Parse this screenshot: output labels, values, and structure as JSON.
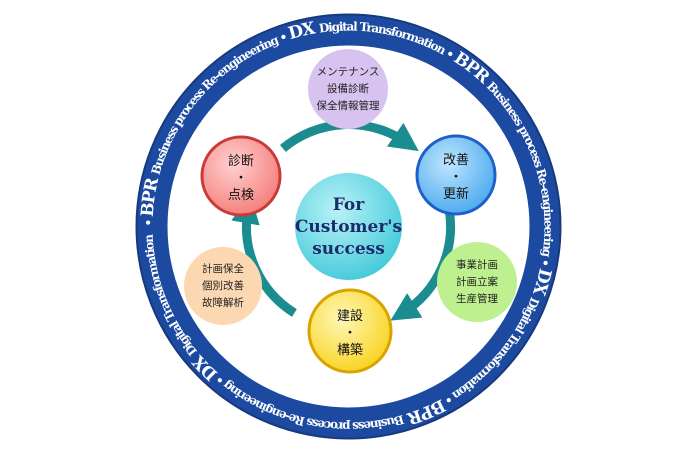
{
  "ring": {
    "segments": [
      {
        "abbr": "BPR",
        "full": "Business process Re-engineering"
      },
      {
        "abbr": "DX",
        "full": "Digital Transformation"
      },
      {
        "abbr": "BPR",
        "full": "Business process Re-engineering"
      },
      {
        "abbr": "DX",
        "full": "Digital Transformation"
      },
      {
        "abbr": "BPR",
        "full": "Business process Re-engineering"
      },
      {
        "abbr": "DX",
        "full": "Digital Transformation"
      }
    ],
    "separator": "•",
    "color": "#1c4aa0"
  },
  "center": {
    "line1": "For",
    "line2": "Customer's",
    "line3": "success",
    "color": "#3fc9d8"
  },
  "cycle_nodes": {
    "kaizen": {
      "lines": [
        "改善",
        "・",
        "更新"
      ],
      "fill": "#49a8ee",
      "edge": "#1e5fc8"
    },
    "kenchiku": {
      "lines": [
        "建設",
        "・",
        "構築"
      ],
      "fill": "#fde24a",
      "edge": "#d9a400"
    },
    "shindan": {
      "lines": [
        "診断",
        "・",
        "点検"
      ],
      "fill": "#f47c79",
      "edge": "#c93a3a"
    }
  },
  "detail_nodes": {
    "maintenance": {
      "lines": [
        "メンテナンス",
        "設備診断",
        "保全情報管理"
      ],
      "fill": "#d8c2ef"
    },
    "jigyou": {
      "lines": [
        "事業計画",
        "計画立案",
        "生産管理"
      ],
      "fill": "#bff08f"
    },
    "keikaku": {
      "lines": [
        "計画保全",
        "個別改善",
        "故障解析"
      ],
      "fill": "#fcd8b2"
    }
  },
  "arrow_color": "#1b8c8f"
}
